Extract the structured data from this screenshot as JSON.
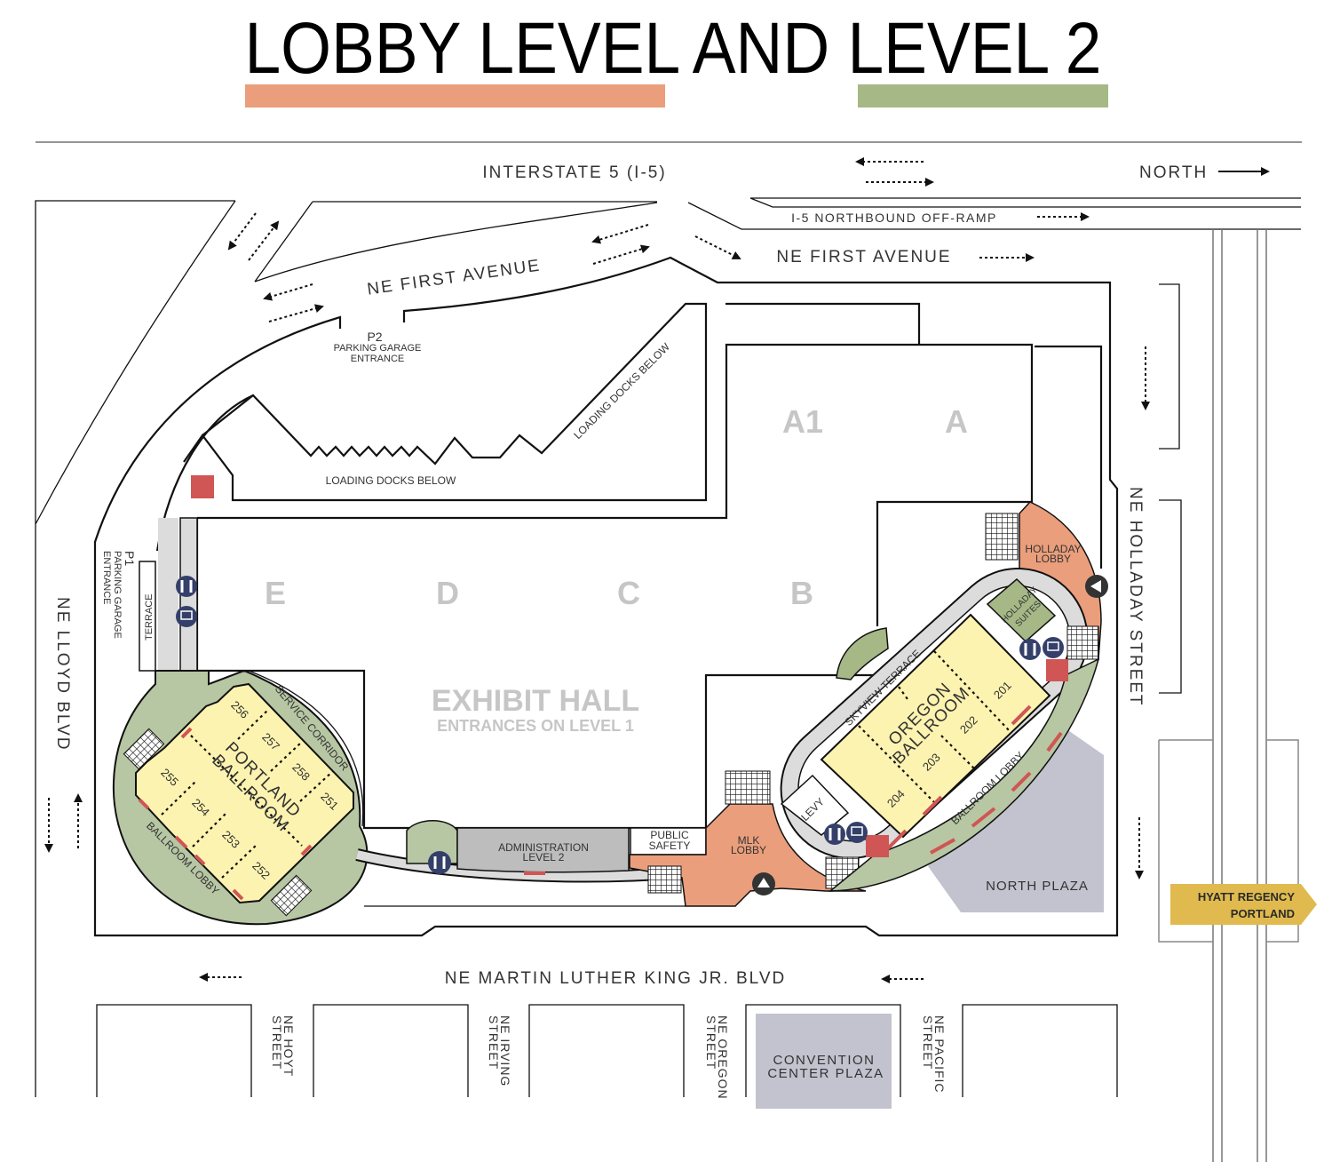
{
  "title": "LOBBY LEVEL AND LEVEL 2",
  "legend": {
    "lobby_level_color": "#EA9E7B",
    "level2_color": "#A5B886"
  },
  "colors": {
    "lobby_green": "#B7C6A3",
    "ballroom_yellow": "#FDF3B0",
    "corridor_gray": "#DCDCDC",
    "door_red": "#D05555",
    "icon_navy": "#34406A",
    "plaza_gray": "#C3C3CF",
    "hyatt_gold": "#E0BA4E"
  },
  "streets": {
    "i5": "INTERSTATE 5 (I-5)",
    "north": "NORTH",
    "offramp": "I-5 NORTHBOUND OFF-RAMP",
    "first_ave_left": "NE FIRST AVENUE",
    "first_ave_right": "NE FIRST AVENUE",
    "holladay": "NE HOLLADAY STREET",
    "lloyd": "NE LLOYD BLVD",
    "mlk": "NE MARTIN LUTHER KING JR. BLVD",
    "hoyt": [
      "NE HOYT",
      "STREET"
    ],
    "irving": [
      "NE IRVING",
      "STREET"
    ],
    "oregon": [
      "NE OREGON",
      "STREET"
    ],
    "pacific": [
      "NE PACIFIC",
      "STREET"
    ]
  },
  "parking": {
    "p2": {
      "code": "P2",
      "line1": "PARKING GARAGE",
      "line2": "ENTRANCE"
    },
    "p1": {
      "code": "P1",
      "line1": "PARKING GARAGE",
      "line2": "ENTRANCE"
    }
  },
  "loading": {
    "diagonal": "LOADING DOCKS BELOW",
    "horizontal": "LOADING DOCKS BELOW"
  },
  "exhibit": {
    "halls": {
      "a1": "A1",
      "a": "A",
      "b": "B",
      "c": "C",
      "d": "D",
      "e": "E"
    },
    "title": "EXHIBIT HALL",
    "subtitle": "ENTRANCES ON LEVEL 1"
  },
  "portland": {
    "name": [
      "PORTLAND",
      "BALLROOM"
    ],
    "rooms": [
      "256",
      "257",
      "258",
      "251",
      "255",
      "254",
      "253",
      "252"
    ],
    "service_corridor": "SERVICE CORRIDOR",
    "lobby": "BALLROOM LOBBY",
    "terrace": "TERRACE"
  },
  "oregon": {
    "name": [
      "OREGON",
      "BALLROOM"
    ],
    "rooms": [
      "201",
      "202",
      "203",
      "204"
    ],
    "skyview": "SKYVIEW TERRACE",
    "lobby": "BALLROOM LOBBY",
    "suites": [
      "HOLLADAY",
      "SUITES"
    ],
    "levy": "LEVY"
  },
  "areas": {
    "holladay_lobby": [
      "HOLLADAY",
      "LOBBY"
    ],
    "mlk_lobby": [
      "MLK",
      "LOBBY"
    ],
    "admin": [
      "ADMINISTRATION",
      "LEVEL 2"
    ],
    "public_safety": [
      "PUBLIC",
      "SAFETY"
    ],
    "north_plaza": "NORTH PLAZA",
    "convention_plaza": [
      "CONVENTION",
      "CENTER PLAZA"
    ],
    "hyatt": [
      "HYATT REGENCY",
      "PORTLAND"
    ]
  }
}
